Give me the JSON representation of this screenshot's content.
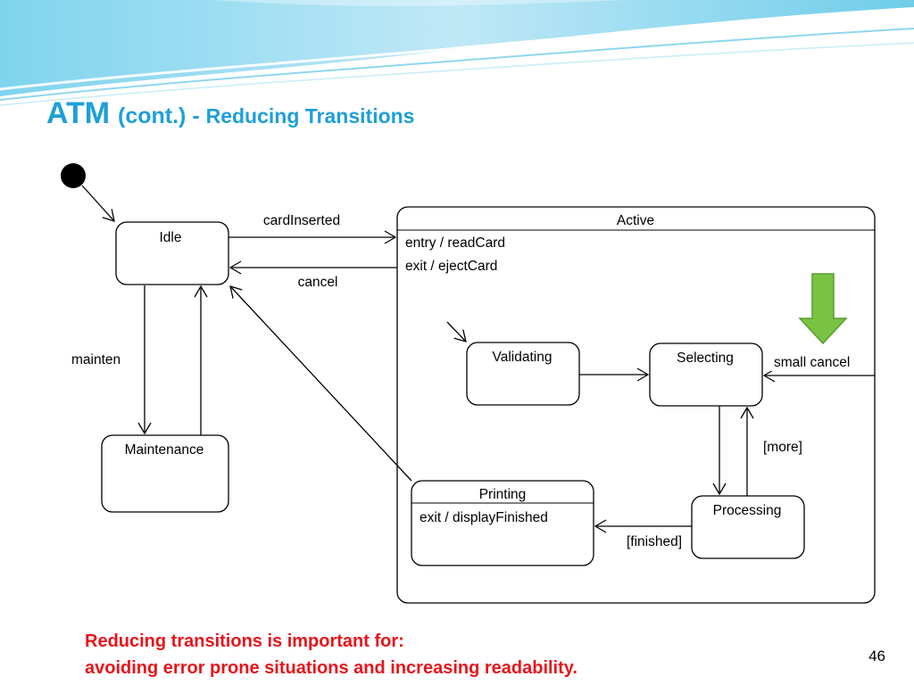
{
  "title": {
    "main": "ATM",
    "cont": "(cont.) - ",
    "sub": "Reducing Transitions"
  },
  "diagram": {
    "states": {
      "idle": "Idle",
      "maintenance": "Maintenance",
      "active": "Active",
      "active_entry": "entry / readCard",
      "active_exit": "exit / ejectCard",
      "validating": "Validating",
      "selecting": "Selecting",
      "processing": "Processing",
      "printing": "Printing",
      "printing_exit": "exit / displayFinished"
    },
    "transitions": {
      "card_inserted": "cardInserted",
      "cancel": "cancel",
      "mainten": "mainten",
      "small_cancel": "small cancel",
      "more": "[more]",
      "finished": "[finished]"
    },
    "colors": {
      "highlight_arrow": "#78c442",
      "highlight_arrow_border": "#5a9b2e"
    }
  },
  "footer": {
    "line1": "Reducing transitions is important for:",
    "line2": "avoiding error prone situations and increasing readability."
  },
  "page_number": "46",
  "colors": {
    "title": "#1e9fd8",
    "footer": "#e8141c"
  }
}
